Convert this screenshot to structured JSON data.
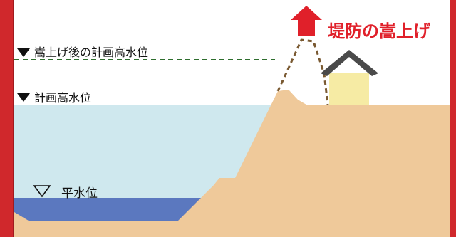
{
  "title": "堤防の嵩上げ",
  "levels": {
    "raised": "嵩上げ後の計画高水位",
    "planned": "計画高水位",
    "normal": "平水位"
  },
  "colors": {
    "title_red": "#e0202a",
    "border_red": "#d0282c",
    "river_water": "#cfe8ee",
    "low_water": "#5b78bf",
    "ground": "#efc99a",
    "house_wall": "#f6eba4",
    "roof": "#4a4a4a",
    "dashed_line": "#2e6e2e",
    "levee_outline": "#7a5a32"
  },
  "icons": {
    "up_arrow": "up-arrow-icon",
    "filled_triangle": "filled-triangle-icon",
    "outline_triangle": "outline-triangle-icon"
  }
}
